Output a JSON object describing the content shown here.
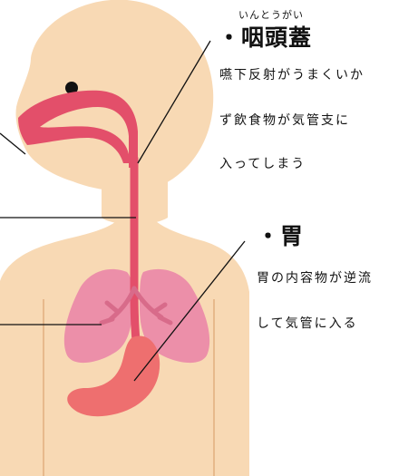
{
  "labels": {
    "epiglottis": {
      "reading": "いんとうがい",
      "title": "・咽頭蓋",
      "desc_lines": [
        "嚥下反射がうまくいか",
        "ず飲食物が気管支に",
        "入ってしまう"
      ]
    },
    "stomach": {
      "title": "・胃",
      "desc_lines": [
        "胃の内容物が逆流",
        "して気管に入る"
      ]
    }
  },
  "colors": {
    "skin": "#f8d9b4",
    "outline": "#e7b98c",
    "airway": "#e34f6a",
    "lung": "#ec8fa9",
    "lung_dark": "#d86b8a",
    "stomach": "#ee6f6f",
    "eye": "#111111"
  }
}
